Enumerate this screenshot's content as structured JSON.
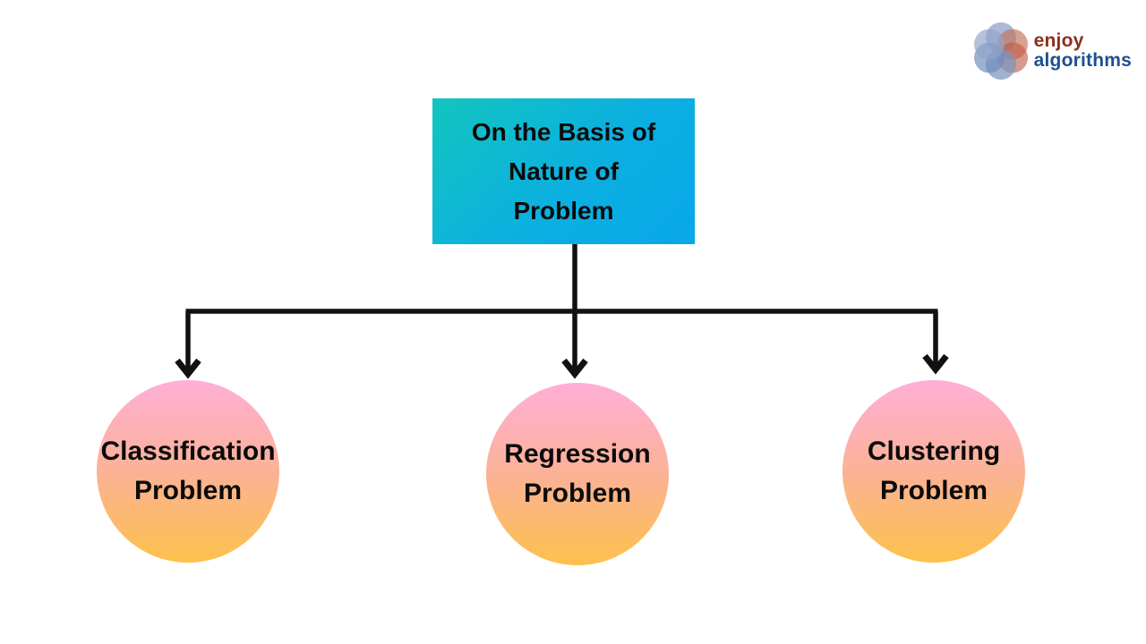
{
  "logo": {
    "icon": "flower-logo",
    "brand_line1": "enjoy",
    "brand_line2": "algorithms",
    "brand_line1_color": "#8e2f1c",
    "brand_line2_color": "#1d4f8f"
  },
  "diagram": {
    "root": {
      "label": "On the Basis of\nNature of\nProblem",
      "shape": "rectangle",
      "gradient_start": "#12c5bf",
      "gradient_end": "#08a7ea",
      "text_color": "#0b0b0b"
    },
    "children": [
      {
        "label": "Classification\nProblem",
        "shape": "circle"
      },
      {
        "label": "Regression\nProblem",
        "shape": "circle"
      },
      {
        "label": "Clustering\nProblem",
        "shape": "circle"
      }
    ],
    "leaf_gradient_top": "#ffafd7",
    "leaf_gradient_bottom": "#fdc14c",
    "connector_color": "#111111"
  }
}
